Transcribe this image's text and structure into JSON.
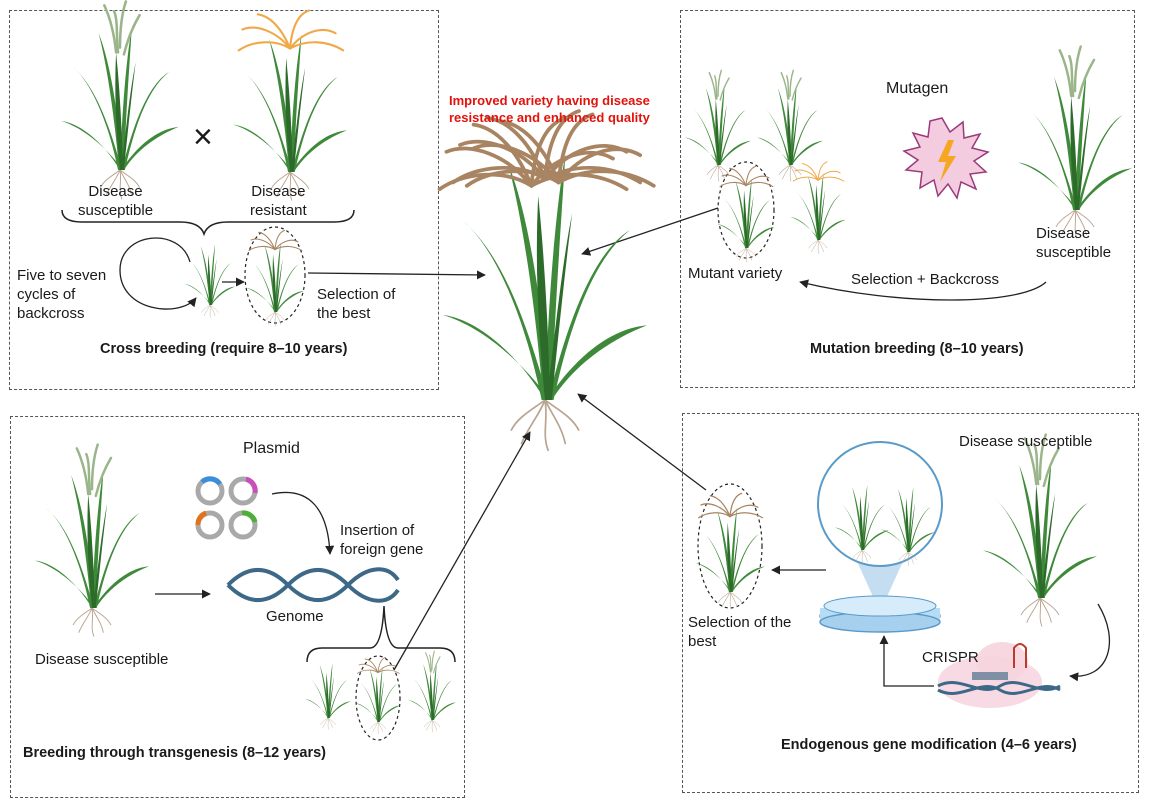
{
  "center_label": {
    "line1": "Improved variety having disease",
    "line2": "resistance and enhanced quality"
  },
  "cross_breeding": {
    "title": "Cross breeding (require 8–10 years)",
    "susceptible": [
      "Disease",
      "susceptible"
    ],
    "resistant": [
      "Disease",
      "resistant"
    ],
    "cross_symbol": "×",
    "cycles": [
      "Five to seven",
      "cycles of",
      "backcross"
    ],
    "selection": [
      "Selection of",
      "the best"
    ]
  },
  "mutation_breeding": {
    "title": "Mutation breeding (8–10 years)",
    "mutagen": "Mutagen",
    "mutant_variety": "Mutant variety",
    "selection_backcross": "Selection + Backcross",
    "susceptible": [
      "Disease",
      "susceptible"
    ]
  },
  "transgenesis": {
    "title": "Breeding through transgenesis (8–12 years)",
    "plasmid": "Plasmid",
    "insertion": [
      "Insertion of",
      "foreign gene"
    ],
    "genome": "Genome",
    "susceptible": "Disease susceptible"
  },
  "gene_modification": {
    "title": "Endogenous gene modification (4–6 years)",
    "susceptible": "Disease susceptible",
    "crispr": "CRISPR",
    "selection": [
      "Selection of the",
      "best"
    ]
  },
  "colors": {
    "leaf": "#3f8a3a",
    "leaf_dark": "#2c6b2a",
    "panicle_green": "#9ab58a",
    "panicle_orange": "#f0a848",
    "panicle_brown": "#a88462",
    "root": "#b9a48f",
    "dna": "#3d6888",
    "title_red": "#e3120b",
    "mutagen_fill": "#f4cce0",
    "mutagen_stroke": "#9a3a7a",
    "bolt": "#f5a623"
  }
}
